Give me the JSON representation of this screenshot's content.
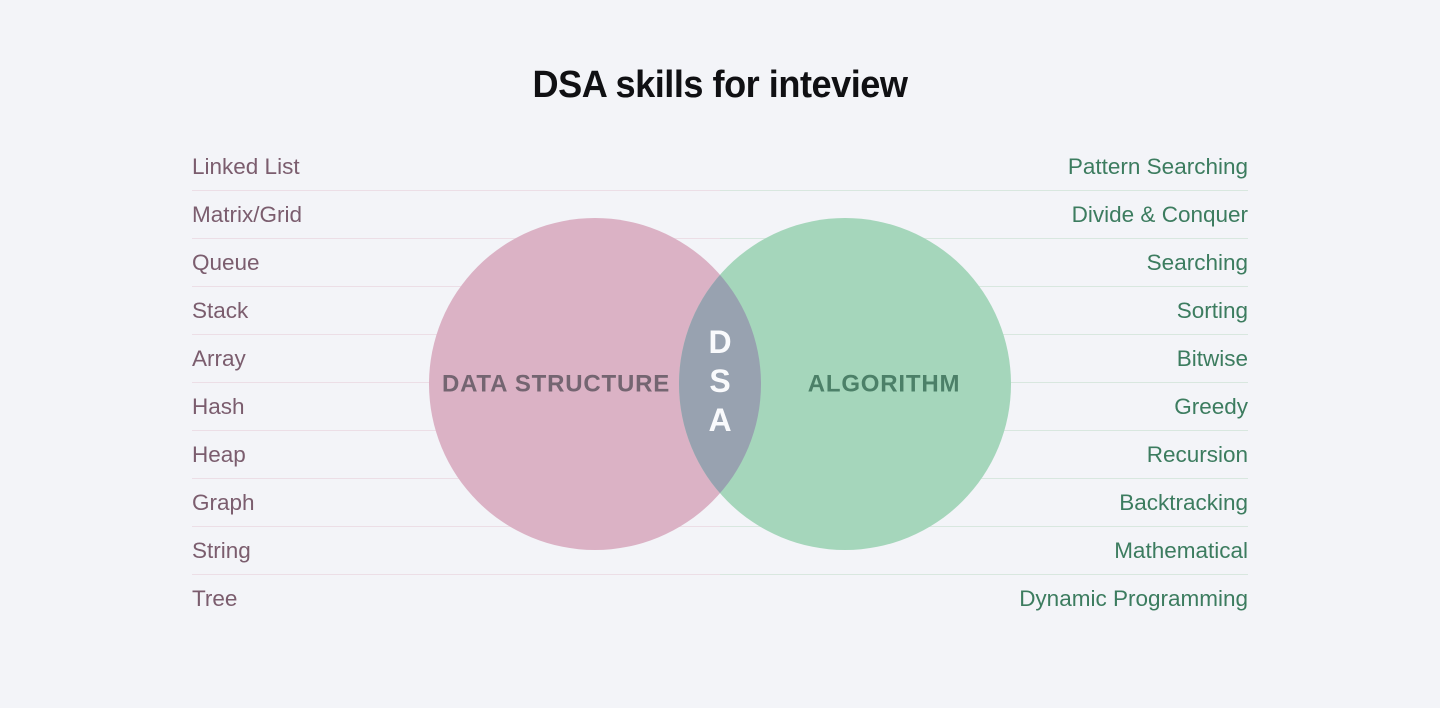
{
  "title": "DSA skills for inteview",
  "venn": {
    "left_label": "DATA STRUCTURE",
    "right_label": "ALGORITHM",
    "center_letters": [
      "D",
      "S",
      "A"
    ],
    "colors": {
      "left_circle": "#dbb2c5",
      "right_circle": "#a5d6bb",
      "intersection": "#98a2b0",
      "left_label_text": "#746571",
      "right_label_text": "#4c8068",
      "center_text": "#f9fafc"
    }
  },
  "lists": {
    "data_structures": [
      "Linked List",
      "Matrix/Grid",
      "Queue",
      "Stack",
      "Array",
      "Hash",
      "Heap",
      "Graph",
      "String",
      "Tree"
    ],
    "algorithms": [
      "Pattern Searching",
      "Divide & Conquer",
      "Searching",
      "Sorting",
      "Bitwise",
      "Greedy",
      "Recursion",
      "Backtracking",
      "Mathematical",
      "Dynamic Programming"
    ]
  },
  "colors": {
    "background": "#f3f4f8",
    "title_text": "#101013",
    "data_structure_item_text": "#7b5d6e",
    "algorithm_item_text": "#3c7c5f",
    "left_divider": "#ecdee6",
    "right_divider": "#d8e7df"
  }
}
